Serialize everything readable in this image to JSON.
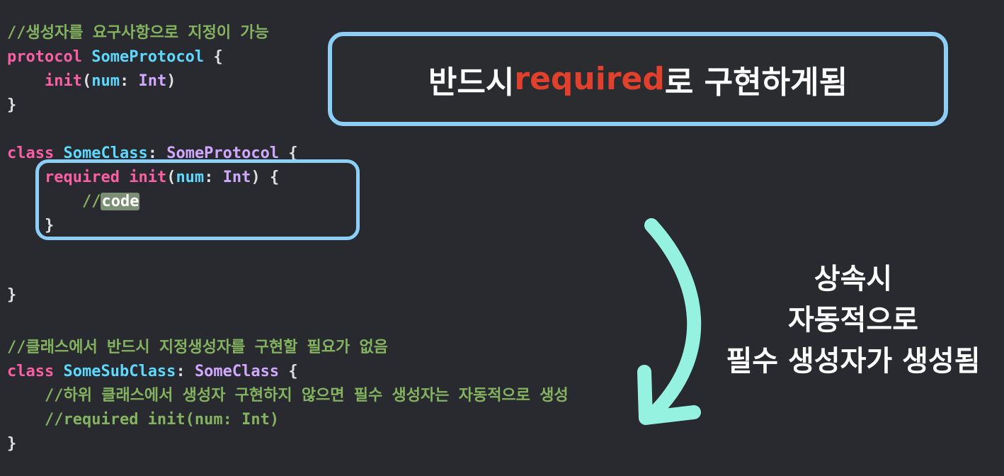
{
  "code": {
    "comment1": "//생성자를 요구사항으로 지정이 가능",
    "kw_protocol": "protocol",
    "protocol_name": "SomeProtocol",
    "open_brace": "{",
    "close_brace": "}",
    "init_kw": "init",
    "param_open": "(",
    "param_name": "num",
    "colon": ": ",
    "type_int": "Int",
    "param_close": ")",
    "kw_class": "class",
    "class_name": "SomeClass",
    "required_kw": "required",
    "code_comment_prefix": "//",
    "code_comment_word": "code",
    "comment2": "//클래스에서 반드시 지정생성자를 구현할 필요가 없음",
    "subclass_name": "SomeSubClass",
    "superclass_name": "SomeClass",
    "comment3": "//하위 클래스에서 생성자 구현하지 않으면 필수 생성자는 자동적으로 생성",
    "comment4": "//required init(num: Int)"
  },
  "callout": {
    "prefix": "반드시 ",
    "highlight": "required",
    "suffix": "로 구현하게됨"
  },
  "note": {
    "line1": "상속시",
    "line2": "자동적으로",
    "line3": "필수 생성자가 생성됨"
  },
  "colors": {
    "background": "#292a30",
    "keyword": "#fc5fa3",
    "type": "#d0a8ff",
    "declaration": "#5dd8ff",
    "comment": "#84b360",
    "highlight_box": "#8dcef7",
    "required_red": "#e0402c",
    "arrow": "#96f2e0"
  }
}
